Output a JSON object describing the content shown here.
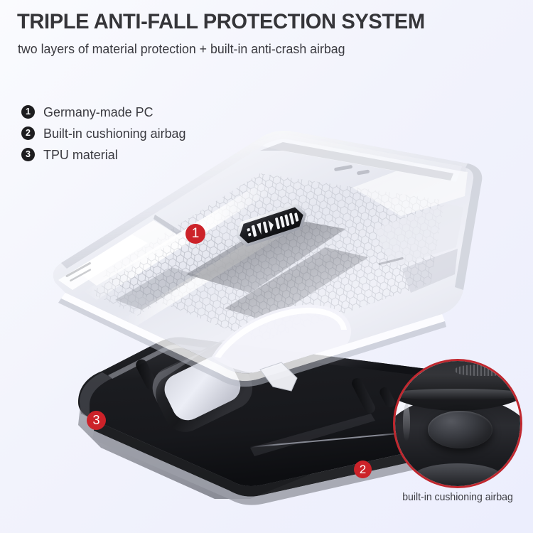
{
  "page": {
    "headline": "TRIPLE ANTI-FALL PROTECTION SYSTEM",
    "subhead": "two layers of material protection  +  built-in anti-crash airbag",
    "background_top_color": "#fafbfe",
    "background_bottom_color": "#eceefd"
  },
  "legend": {
    "items": [
      {
        "number": "1",
        "label": "Germany-made PC"
      },
      {
        "number": "2",
        "label": "Built-in cushioning airbag"
      },
      {
        "number": "3",
        "label": "TPU material"
      }
    ]
  },
  "markers": {
    "accent_color": "#cc2229",
    "items": [
      {
        "number": "1",
        "refers_to": "Germany-made PC"
      },
      {
        "number": "2",
        "refers_to": "Built-in cushioning airbag"
      },
      {
        "number": "3",
        "refers_to": "TPU material"
      }
    ]
  },
  "magnifier": {
    "caption": "built-in cushioning airbag",
    "ring_color": "#c0282f"
  },
  "product": {
    "clear_shell_name": "transparent-pc-back-shell",
    "bumper_name": "black-tpu-bumper-frame",
    "badge_name": "brand-logo-badge"
  }
}
